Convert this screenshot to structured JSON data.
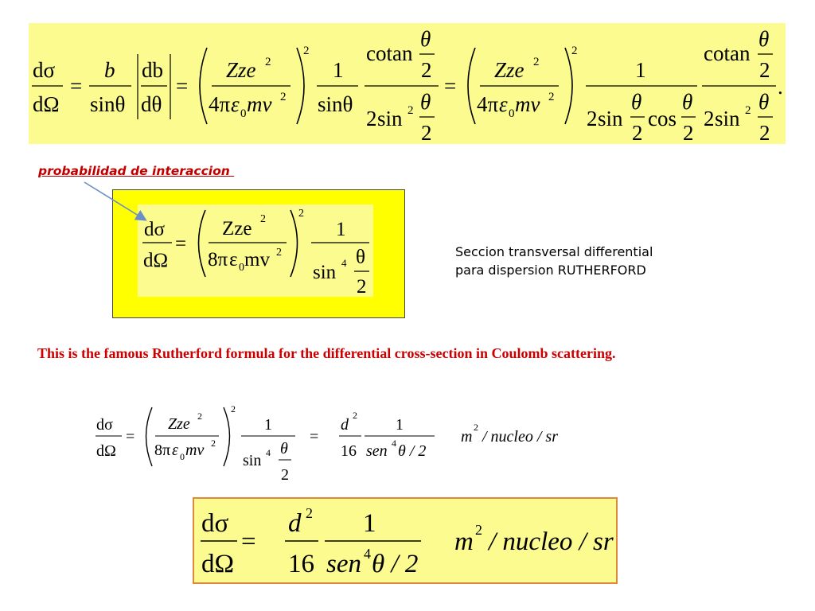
{
  "labels": {
    "probabilidad": "probabilidad de interaccion ",
    "seccion_line1": "Seccion transversal differential",
    "seccion_line2": "para dispersion RUTHERFORD",
    "famous_formula": "This is the famous Rutherford formula for  the differential cross-section in Coulomb  scattering."
  },
  "colors": {
    "label_red": "#c00000",
    "box_pale_yellow": "#fbfb8f",
    "box_bright_yellow": "#ffff00",
    "box_orange_border": "#e0873b",
    "arrow_blue": "#6b8fc4"
  },
  "symbols": {
    "dsigma": "dσ",
    "dOmega": "dΩ",
    "eq": "=",
    "b": "b",
    "db": "db",
    "dtheta": "dθ",
    "sin_theta": "sinθ",
    "Zze": "Zze",
    "two": "2",
    "four": "4",
    "one": "1",
    "pi": "π",
    "eps": "ε",
    "zero": "0",
    "mv": "mv",
    "four_pi": "4π",
    "eight_pi": "8π",
    "cotan": "cotan",
    "theta": "θ",
    "sin": "sin",
    "cos": "cos",
    "period": ".",
    "d": "d",
    "sixteen": "16",
    "sen": "sen",
    "theta_over_2": "θ / 2",
    "m": "m",
    "per_nucleo_per_sr": "/ nucleo / sr",
    "sin_upright": "sin",
    "mv_upright": "mv"
  }
}
